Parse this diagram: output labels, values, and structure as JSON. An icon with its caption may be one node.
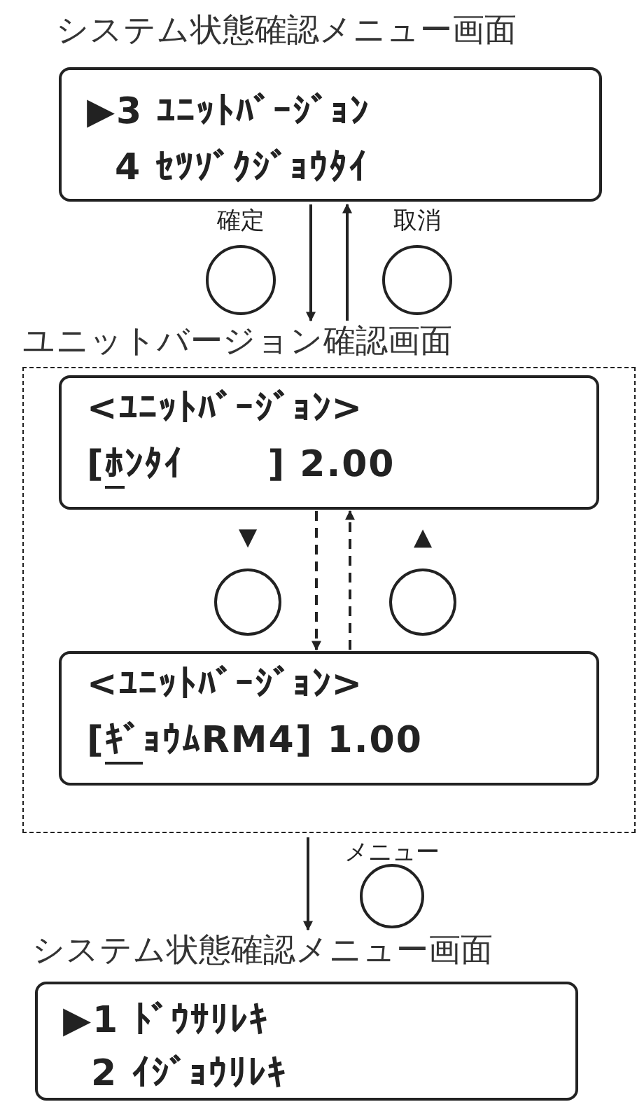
{
  "diagram": {
    "nodes": [
      {
        "text": [
          "システム状態確認メニュー画面",
          "▶3 ﾕﾆｯﾄﾊﾞｰｼﾞｮﾝ",
          "4 ｾﾂｿﾞｸｼﾞｮｳﾀｲ"
        ]
      },
      {
        "text": [
          "確定"
        ]
      },
      {
        "text": [
          "取消"
        ]
      },
      {
        "text": [
          "ユニットバージョン確認画面"
        ]
      },
      {
        "text": [
          "<ﾕﾆｯﾄﾊﾞｰｼﾞｮﾝ>",
          "[ﾎﾝﾀｲ      ] 2.00"
        ],
        "in": 3
      },
      {
        "text": [
          "▼"
        ],
        "in": 3
      },
      {
        "text": [
          "▲"
        ],
        "in": 3
      },
      {
        "text": [
          "<ﾕﾆｯﾄﾊﾞｰｼﾞｮﾝ>",
          "[ｷﾞｮｳﾑRM4] 1.00"
        ],
        "in": 3
      },
      {
        "text": [
          "メニュー"
        ]
      },
      {
        "text": [
          "システム状態確認メニュー画面",
          "▶1 ﾄﾞｳｻﾘﾚｷ",
          "2 ｲｼﾞｮｳﾘﾚｷ"
        ]
      }
    ],
    "edges": [
      {
        "from": 0,
        "to": 3,
        "arrow": "to"
      },
      {
        "from": 3,
        "to": 0,
        "arrow": "to"
      },
      {
        "from": 4,
        "to": 7,
        "arrow": "to",
        "style": "dashed"
      },
      {
        "from": 7,
        "to": 4,
        "arrow": "to",
        "style": "dashed"
      },
      {
        "from": 3,
        "to": 9,
        "arrow": "to"
      }
    ]
  }
}
